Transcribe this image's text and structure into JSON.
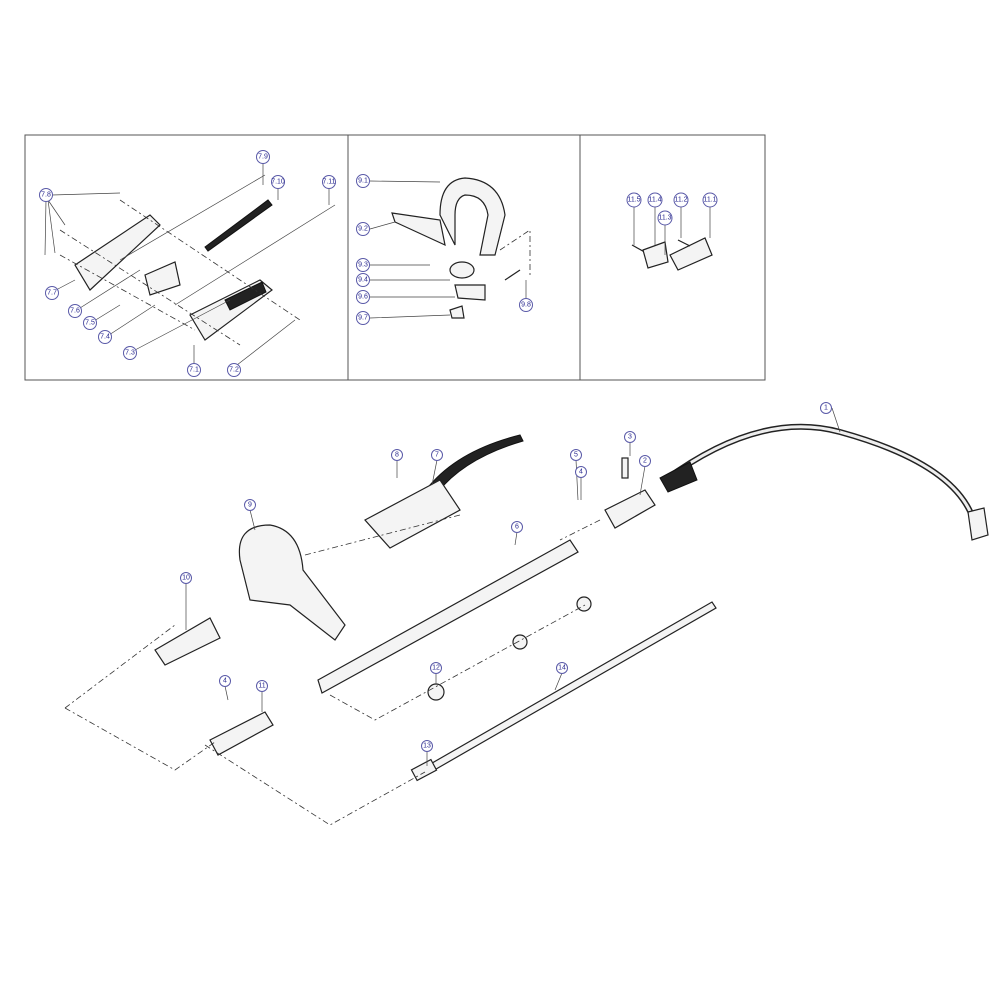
{
  "panels": {
    "trigger_handle_assembly": {
      "labels": [
        "7.1",
        "7.2",
        "7.3",
        "7.4",
        "7.5",
        "7.6",
        "7.7",
        "7.8",
        "7.9",
        "7.10",
        "7.11"
      ]
    },
    "front_handle_assembly": {
      "labels": [
        "9.1",
        "9.2",
        "9.3",
        "9.4",
        "9.6",
        "9.7",
        "9.8"
      ]
    },
    "hanger_assembly": {
      "labels": [
        "11.1",
        "11.2",
        "11.3",
        "11.4",
        "11.5"
      ]
    }
  },
  "main": {
    "labels": [
      "1",
      "2",
      "3",
      "4",
      "5",
      "6",
      "7",
      "8",
      "9",
      "10",
      "11",
      "4",
      "12",
      "13",
      "14"
    ]
  }
}
